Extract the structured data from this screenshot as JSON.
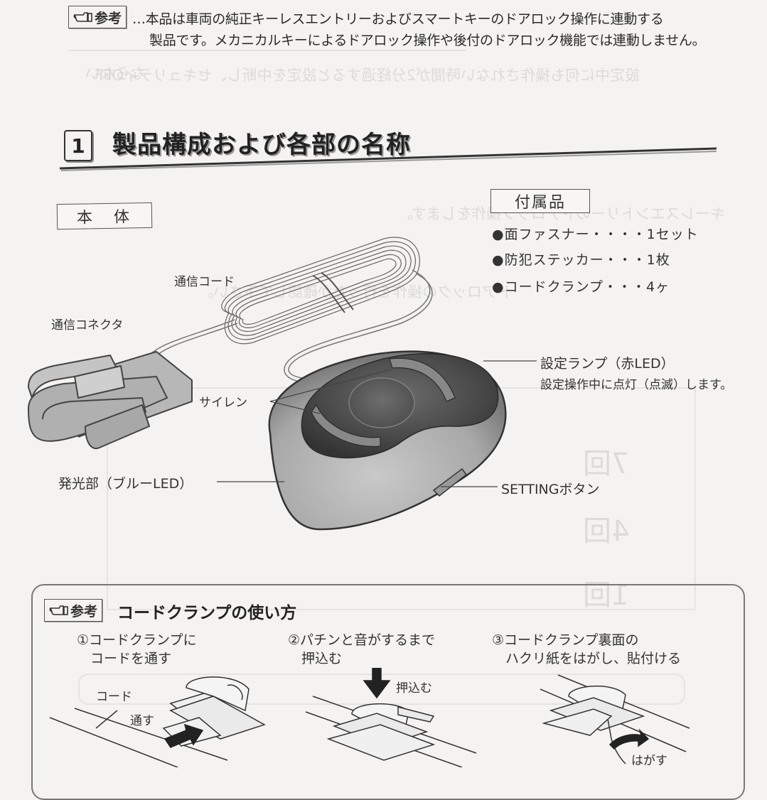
{
  "reference_note": {
    "badge_label": "参考",
    "badge_icon": "pointing-hand-icon",
    "line1": "…本品は車両の純正キーレスエントリーおよびスマートキーのドアロック操作に連動する",
    "line2": "製品です。メカニカルキーによるドアロック操作や後付のドアロック機能では連動しません。"
  },
  "section": {
    "number": "1",
    "title": "製品構成および各部の名称"
  },
  "main_unit": {
    "label": "本　体",
    "callouts": {
      "comm_cord": "通信コード",
      "comm_connector": "通信コネクタ",
      "siren": "サイレン",
      "setting_lamp": "設定ランプ（赤LED）",
      "setting_lamp_desc": "設定操作中に点灯（点滅）します。",
      "light_emitter": "発光部（ブルーLED）",
      "setting_button": "SETTINGボタン"
    }
  },
  "accessories": {
    "label": "付属品",
    "items": [
      {
        "bullet": "●",
        "name": "面ファスナー",
        "dots": "・・・・",
        "qty": "1セット"
      },
      {
        "bullet": "●",
        "name": "防犯ステッカー",
        "dots": "・・・",
        "qty": "1枚"
      },
      {
        "bullet": "●",
        "name": "コードクランプ",
        "dots": "・・・",
        "qty": "4ヶ"
      }
    ]
  },
  "cord_clamp_reference": {
    "badge_label": "参考",
    "title": "コードクランプの使い方",
    "steps": [
      {
        "text": "①コードクランプに\n　コードを通す",
        "labels": [
          "コード",
          "通す"
        ]
      },
      {
        "text": "②パチンと音がするまで\n　押込む",
        "labels": [
          "押込む"
        ]
      },
      {
        "text": "③コードクランプ裏面の\n　ハクリ紙をはがし、貼付ける",
        "labels": [
          "はがす"
        ]
      }
    ]
  },
  "colors": {
    "paper": "#f4f3f1",
    "ink": "#2b2b2b",
    "device_dark": "#4a4a4a",
    "device_light": "#b9b9b9"
  }
}
